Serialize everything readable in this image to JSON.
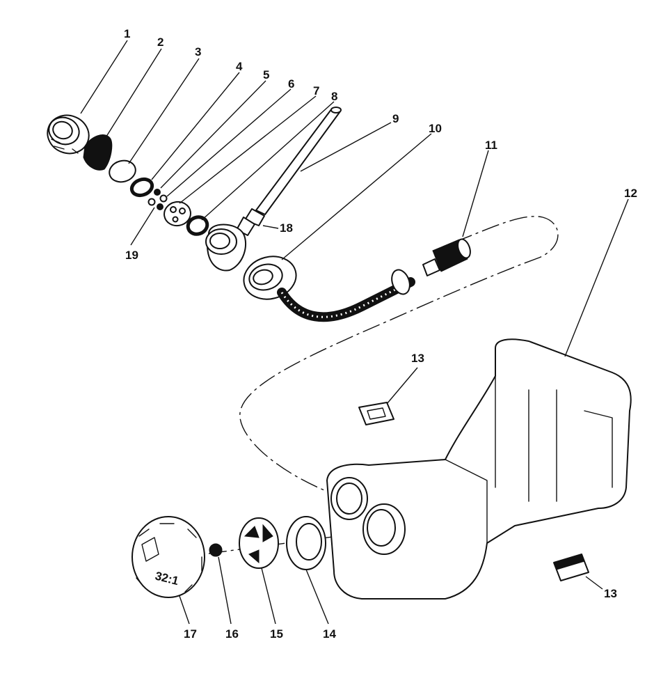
{
  "callouts": [
    {
      "id": "1",
      "label": "1"
    },
    {
      "id": "2",
      "label": "2"
    },
    {
      "id": "3",
      "label": "3"
    },
    {
      "id": "4",
      "label": "4"
    },
    {
      "id": "5",
      "label": "5"
    },
    {
      "id": "6",
      "label": "6"
    },
    {
      "id": "7",
      "label": "7"
    },
    {
      "id": "8",
      "label": "8"
    },
    {
      "id": "9",
      "label": "9"
    },
    {
      "id": "10",
      "label": "10"
    },
    {
      "id": "11",
      "label": "11"
    },
    {
      "id": "12",
      "label": "12"
    },
    {
      "id": "13a",
      "label": "13"
    },
    {
      "id": "13b",
      "label": "13"
    },
    {
      "id": "14",
      "label": "14"
    },
    {
      "id": "15",
      "label": "15"
    },
    {
      "id": "16",
      "label": "16"
    },
    {
      "id": "17",
      "label": "17"
    },
    {
      "id": "18",
      "label": "18"
    },
    {
      "id": "19",
      "label": "19"
    }
  ],
  "cap_marking": "32:1",
  "colors": {
    "ink": "#111111",
    "paper": "#ffffff"
  }
}
